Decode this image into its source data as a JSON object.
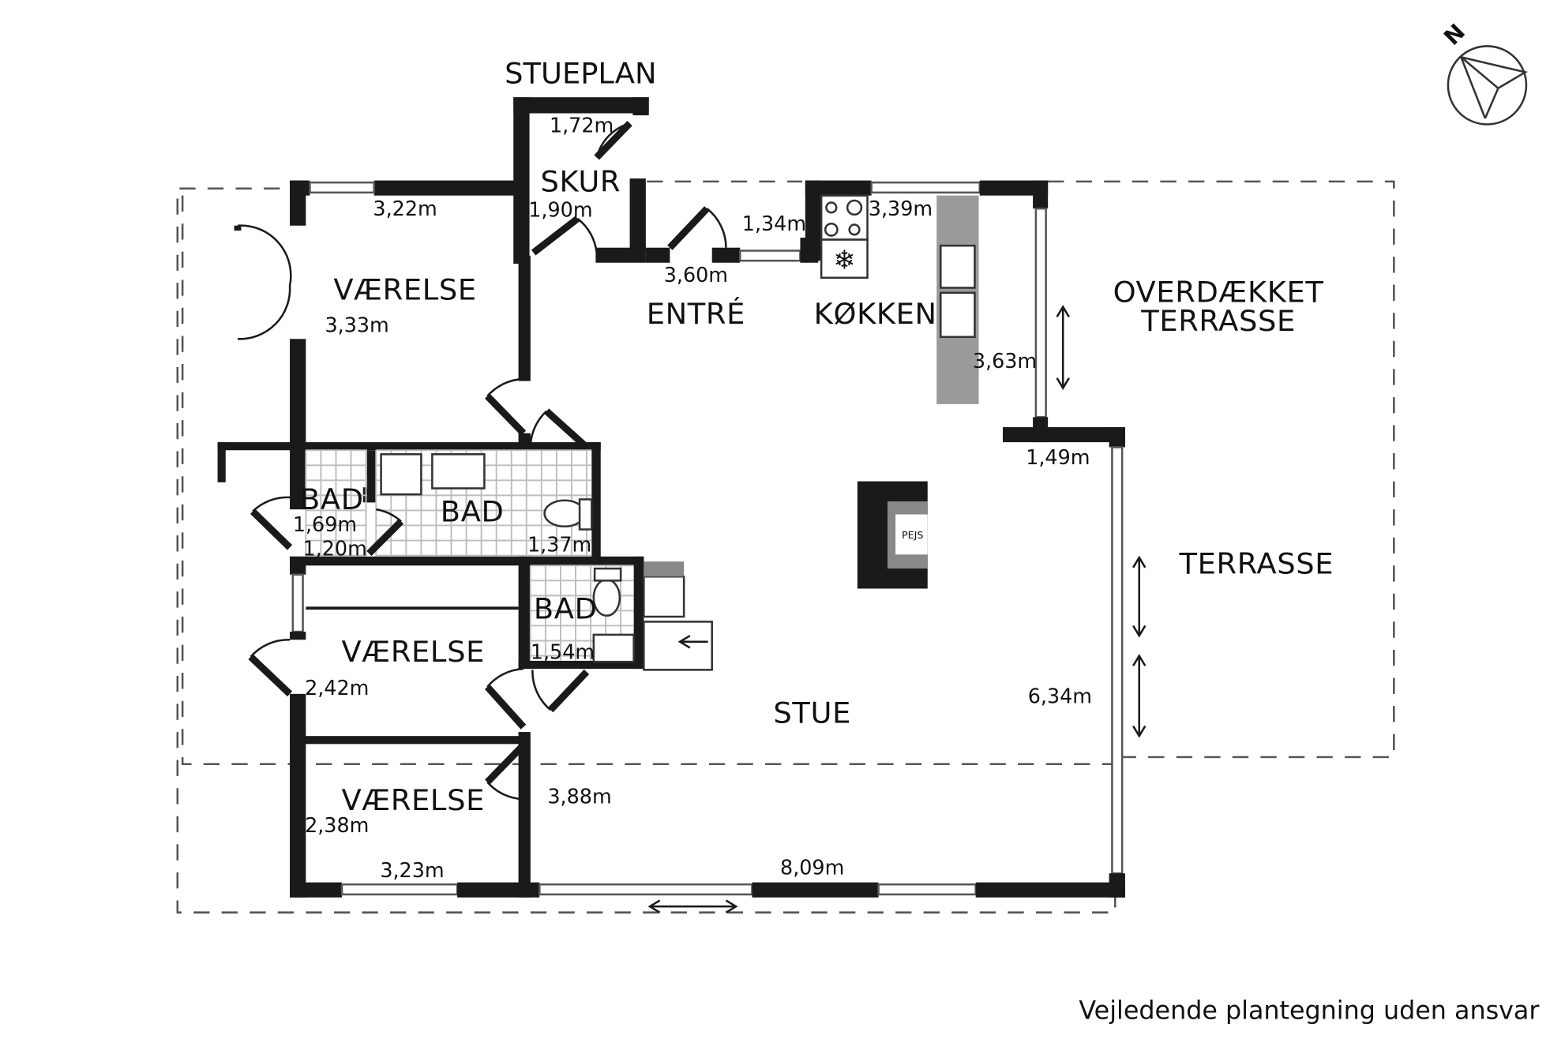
{
  "plan_title": "STUEPLAN",
  "disclaimer": "Vejledende plantegning uden ansvar",
  "compass": {
    "north_label": "N"
  },
  "rooms": {
    "skur": "SKUR",
    "vaerelse_top": "VÆRELSE",
    "entre": "ENTRÉ",
    "kokken": "KØKKEN",
    "overdaekket_line1": "OVERDÆKKET",
    "overdaekket_line2": "TERRASSE",
    "bad_small": "BAD",
    "bad_main": "BAD",
    "terrasse": "TERRASSE",
    "bad_mid": "BAD",
    "vaerelse_mid": "VÆRELSE",
    "stue": "STUE",
    "vaerelse_bottom": "VÆRELSE"
  },
  "fixtures": {
    "fireplace": "PEJS"
  },
  "dimensions": {
    "d1": "1,72m",
    "d2": "1,90m",
    "d3": "3,22m",
    "d4": "3,60m",
    "d5": "1,34m",
    "d6": "3,39m",
    "d7": "3,33m",
    "d8": "3,63m",
    "d9": "1,49m",
    "d10": "1,69m",
    "d11": "1,20m",
    "d12": "1,37m",
    "d13": "1,54m",
    "d14": "2,42m",
    "d15": "6,34m",
    "d16": "3,88m",
    "d17": "2,38m",
    "d18": "3,23m",
    "d19": "8,09m"
  }
}
